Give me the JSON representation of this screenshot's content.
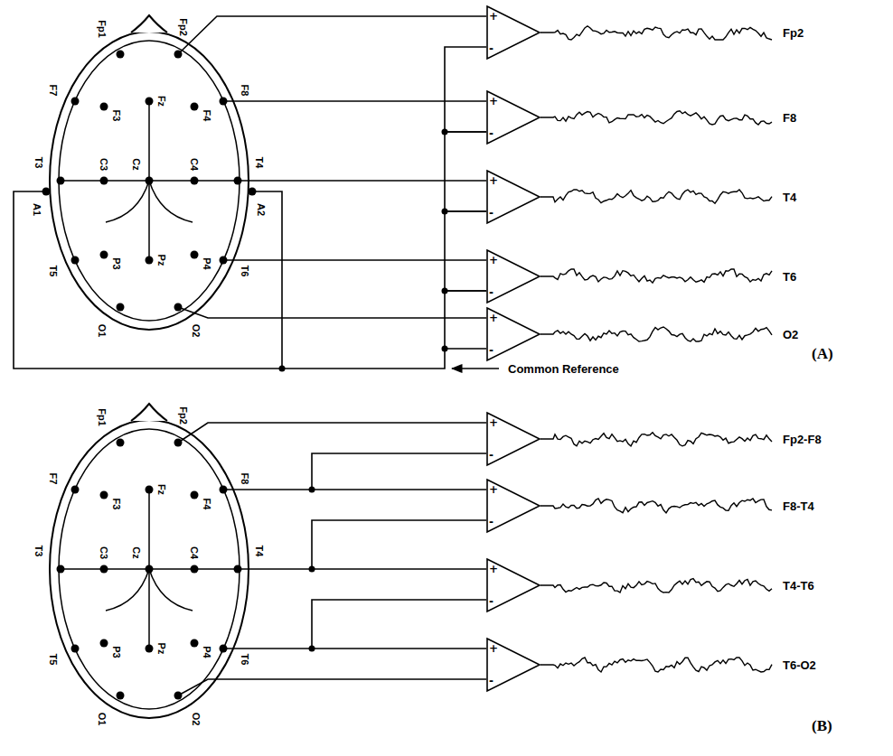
{
  "diagram": {
    "nodes": [
      {
        "text": [
          "+",
          "-"
        ]
      },
      {
        "text": [
          "+",
          "-"
        ]
      },
      {
        "text": [
          "+",
          "-"
        ]
      },
      {
        "text": [
          "+",
          "-"
        ]
      },
      {
        "text": [
          "+",
          "-"
        ]
      },
      {
        "text": [
          "+",
          "-"
        ]
      },
      {
        "text": [
          "+",
          "-"
        ]
      },
      {
        "text": [
          "+",
          "-"
        ]
      },
      {
        "text": [
          "+",
          "-"
        ]
      }
    ],
    "edges": [
      {
        "from": 0,
        "to": 1,
        "arrow": "none"
      },
      {
        "from": 1,
        "to": 2,
        "arrow": "none"
      },
      {
        "from": 2,
        "to": 3,
        "arrow": "none"
      },
      {
        "from": 3,
        "to": 4,
        "arrow": "none"
      },
      {
        "from": 5,
        "to": 6,
        "arrow": "none"
      },
      {
        "from": 6,
        "to": 7,
        "arrow": "none"
      },
      {
        "from": 7,
        "to": 8,
        "arrow": "none"
      }
    ],
    "labels": [
      "Fp1",
      "Fp2",
      "F7",
      "F3",
      "Fz",
      "F4",
      "F8",
      "A1",
      "T3",
      "C3",
      "Cz",
      "C4",
      "T4",
      "A2",
      "T5",
      "P3",
      "Pz",
      "P4",
      "T6",
      "O1",
      "O2",
      "Fp2",
      "F8",
      "T4",
      "T6",
      "O2",
      "Common Reference",
      "(A)",
      "Fp1",
      "Fp2",
      "F7",
      "F3",
      "Fz",
      "F4",
      "F8",
      "T3",
      "C3",
      "Cz",
      "C4",
      "T4",
      "T5",
      "P3",
      "Pz",
      "P4",
      "T6",
      "O1",
      "O2",
      "Fp2-F8",
      "F8-T4",
      "T4-T6",
      "T6-O2",
      "(B)"
    ]
  }
}
